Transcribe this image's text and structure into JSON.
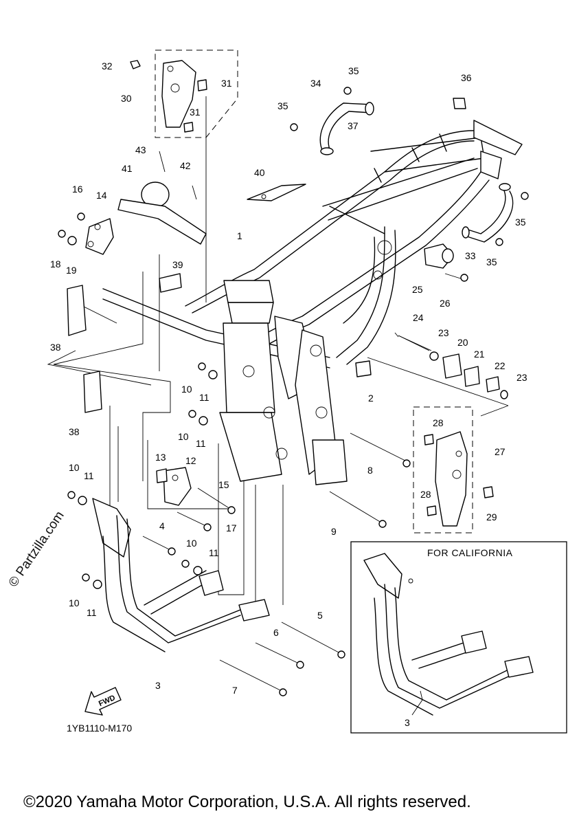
{
  "diagram_code": "1YB1110-M170",
  "copyright": "©2020 Yamaha Motor Corporation, U.S.A. All rights reserved.",
  "watermark": "© Partzilla.com",
  "inset_title": "FOR CALIFORNIA",
  "fwd_label": "FWD",
  "callouts": [
    "1",
    "2",
    "3",
    "3",
    "4",
    "5",
    "6",
    "7",
    "8",
    "9",
    "10",
    "10",
    "10",
    "10",
    "10",
    "11",
    "11",
    "11",
    "11",
    "11",
    "12",
    "13",
    "14",
    "15",
    "16",
    "17",
    "18",
    "19",
    "20",
    "21",
    "22",
    "23",
    "23",
    "24",
    "25",
    "26",
    "27",
    "28",
    "28",
    "29",
    "30",
    "31",
    "31",
    "32",
    "33",
    "34",
    "35",
    "35",
    "35",
    "35",
    "36",
    "37",
    "38",
    "38",
    "39",
    "40",
    "41",
    "42",
    "43"
  ]
}
